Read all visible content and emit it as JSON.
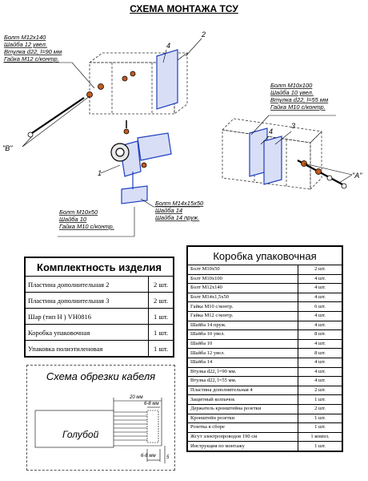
{
  "title": "СХЕМА МОНТАЖА ТСУ",
  "diagram": {
    "left_callout": [
      "Болт М12х140",
      "Шайба 12 увел.",
      "Втулка d22, l=90 мм",
      "Гайка М12 с/контр."
    ],
    "right_callout": [
      "Болт М10х100",
      "Шайба 10 увел.",
      "Втулка d22, l=55 мм",
      "Гайка М10 с/контр."
    ],
    "middle_callout": [
      "Болт М14х15х50",
      "Шайба 14",
      "Шайба 14 пруж."
    ],
    "bottom_callout": [
      "Болт М10х50",
      "Шайба 10",
      "Гайка М10 с/контр."
    ],
    "part_numbers": [
      "1",
      "2",
      "3",
      "4",
      "4"
    ],
    "view_b": "\"B\"",
    "view_a": "\"A\""
  },
  "kit_table": {
    "title": "Комплектность изделия",
    "rows": [
      {
        "name": "Пластина дополнительная 2",
        "qty": "2 шт."
      },
      {
        "name": "Пластина дополнительная 3",
        "qty": "2 шт."
      },
      {
        "name": "Шар (тип H ) VH0816",
        "qty": "1 шт."
      },
      {
        "name": "Коробка упаковочная",
        "qty": "1 шт."
      },
      {
        "name": "Упаковка полиэтиленовая",
        "qty": "1 шт."
      }
    ]
  },
  "box_table": {
    "title": "Коробка упаковочная",
    "rows": [
      {
        "name": "Болт М10х50",
        "qty": "2 шт."
      },
      {
        "name": "Болт М10х100",
        "qty": "4 шт."
      },
      {
        "name": "Болт М12х140",
        "qty": "4 шт."
      },
      {
        "name": "Болт М14х1,5х50",
        "qty": "4 шт."
      },
      {
        "name": "Гайка М10 с/контр.",
        "qty": "6 шт."
      },
      {
        "name": "Гайка М12 с/контр.",
        "qty": "4 шт."
      },
      {
        "name": "Шайба 14 пруж.",
        "qty": "4 шт."
      },
      {
        "name": "Шайба 10 увел.",
        "qty": "8 шт."
      },
      {
        "name": "Шайба 10",
        "qty": "4 шт."
      },
      {
        "name": "Шайба 12 увел.",
        "qty": "8 шт."
      },
      {
        "name": "Шайба 14",
        "qty": "4 шт."
      },
      {
        "name": "Втулка d22, l=90 мм.",
        "qty": "4 шт."
      },
      {
        "name": "Втулка d22, l=55 мм.",
        "qty": "4 шт."
      },
      {
        "name": "Пластина дополнительная 4",
        "qty": "2 шт."
      },
      {
        "name": "Защитный колпачок",
        "qty": "1 шт."
      },
      {
        "name": "Держатель кронштейна розетки",
        "qty": "2 шт."
      },
      {
        "name": "Кронштейн розетки",
        "qty": "1 шт."
      },
      {
        "name": "Розетка в сборе",
        "qty": "1 шт."
      },
      {
        "name": "Жгут электропроводов 190 см",
        "qty": "1 компл."
      },
      {
        "name": "Инструкция по монтажу",
        "qty": "1 шт."
      }
    ]
  },
  "cable_scheme": {
    "title": "Схема обрезки кабеля",
    "dim_20": "20 мм",
    "dim_6_top": "6-8 мм",
    "dim_6_bottom": "6-8 мм",
    "dim_5": "5",
    "wire_label": "Голубой"
  }
}
